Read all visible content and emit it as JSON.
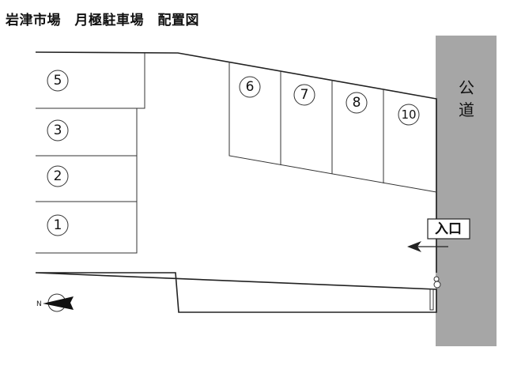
{
  "title": "岩津市場　月極駐車場　配置図",
  "road_label": "公道",
  "road_label_chars": [
    "公",
    "道"
  ],
  "entrance_label": "入口",
  "north_label": "N",
  "colors": {
    "road": "#a6a6a6",
    "line": "#222222"
  },
  "stalls_left": [
    {
      "id": "5",
      "label": "5"
    },
    {
      "id": "3",
      "label": "3"
    },
    {
      "id": "2",
      "label": "2"
    },
    {
      "id": "1",
      "label": "1"
    }
  ],
  "stalls_top": [
    {
      "id": "6",
      "label": "6"
    },
    {
      "id": "7",
      "label": "7"
    },
    {
      "id": "8",
      "label": "8"
    },
    {
      "id": "10",
      "label": "10"
    }
  ]
}
